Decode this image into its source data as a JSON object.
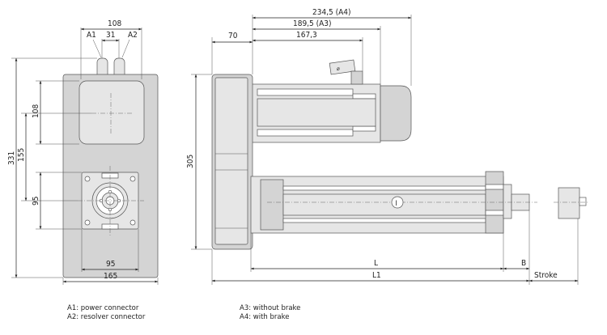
{
  "dimensions": {
    "front_width_top": "108",
    "connector_spacing": "31",
    "label_a1": "A1",
    "label_a2": "A2",
    "height_total": "331",
    "height_upper": "108",
    "height_mid": "155",
    "height_lower": "95",
    "width_bottom_inner": "95",
    "width_bottom_total": "165",
    "side_a4": "234,5 (A4)",
    "side_a3": "189,5 (A3)",
    "side_167": "167,3",
    "side_70": "70",
    "side_height": "305",
    "side_l": "L",
    "side_l1": "L1",
    "side_b": "B",
    "side_stroke": "Stroke",
    "marker_roman": "I"
  },
  "legend": {
    "a1": "A1: power connector",
    "a2": "A2: resolver connector",
    "a3": "A3: without brake",
    "a4": "A4: with brake"
  }
}
